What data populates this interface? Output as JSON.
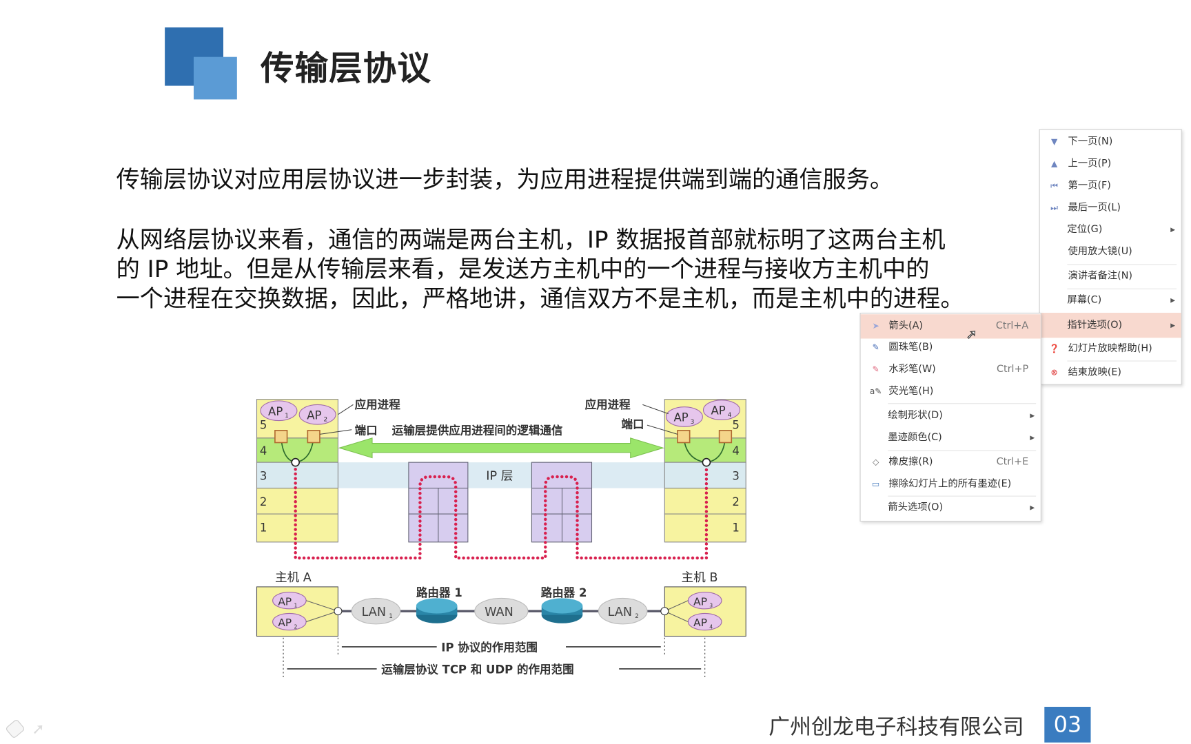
{
  "slide": {
    "title": "传输层协议",
    "paragraph1": "传输层协议对应用层协议进一步封装，为应用进程提供端到端的通信服务。",
    "paragraph2_lines": [
      "从网络层协议来看，通信的两端是两台主机，IP 数据报首部就标明了这两台主机",
      "的 IP 地址。但是从传输层来看，是发送方主机中的一个进程与接收方主机中的",
      "一个进程在交换数据，因此，严格地讲，通信双方不是主机，而是主机中的进程。"
    ],
    "footer_company": "广州创龙电子科技有限公司",
    "page_number": "03",
    "colors": {
      "accent_dark": "#2f6fb0",
      "accent_light": "#5b9bd5",
      "menu_highlight": "#f8d9cf"
    }
  },
  "diagram": {
    "app_process": "应用进程",
    "port": "端口",
    "logical_comm": "运输层提供应用进程间的逻辑通信",
    "ip_layer": "IP 层",
    "layers": [
      "5",
      "4",
      "3",
      "2",
      "1"
    ],
    "ap": "AP",
    "ap_subs": [
      "1",
      "2",
      "3",
      "4"
    ],
    "host_a": "主机 A",
    "host_b": "主机 B",
    "router1": "路由器 1",
    "router2": "路由器 2",
    "lan": "LAN",
    "lan_subs": [
      "1",
      "2"
    ],
    "wan": "WAN",
    "ip_scope": "IP 协议的作用范围",
    "transport_scope": "运输层协议 TCP 和 UDP 的作用范围"
  },
  "context_menu": {
    "items": [
      {
        "label": "下一页(N)",
        "icon": "triangle-down-icon"
      },
      {
        "label": "上一页(P)",
        "icon": "triangle-up-icon"
      },
      {
        "label": "第一页(F)",
        "icon": "first-page-icon"
      },
      {
        "label": "最后一页(L)",
        "icon": "last-page-icon"
      },
      {
        "label": "定位(G)",
        "submenu": true
      },
      {
        "label": "使用放大镜(U)"
      },
      {
        "label": "演讲者备注(N)"
      },
      {
        "label": "屏幕(C)",
        "submenu": true
      },
      {
        "label": "指针选项(O)",
        "submenu": true,
        "highlighted": true
      },
      {
        "label": "幻灯片放映帮助(H)",
        "icon": "help-icon"
      },
      {
        "label": "结束放映(E)",
        "icon": "end-show-icon"
      }
    ]
  },
  "pointer_submenu": {
    "items": [
      {
        "label": "箭头(A)",
        "shortcut": "Ctrl+A",
        "icon": "arrow-pointer-icon",
        "highlighted": true
      },
      {
        "label": "圆珠笔(B)",
        "icon": "ballpoint-pen-icon"
      },
      {
        "label": "水彩笔(W)",
        "shortcut": "Ctrl+P",
        "icon": "felt-pen-icon"
      },
      {
        "label": "荧光笔(H)",
        "icon": "highlighter-icon"
      },
      {
        "label": "绘制形状(D)",
        "submenu": true
      },
      {
        "label": "墨迹颜色(C)",
        "submenu": true
      },
      {
        "label": "橡皮擦(R)",
        "shortcut": "Ctrl+E",
        "icon": "eraser-icon"
      },
      {
        "label": "擦除幻灯片上的所有墨迹(E)",
        "icon": "erase-all-icon"
      },
      {
        "label": "箭头选项(O)",
        "submenu": true
      }
    ]
  }
}
